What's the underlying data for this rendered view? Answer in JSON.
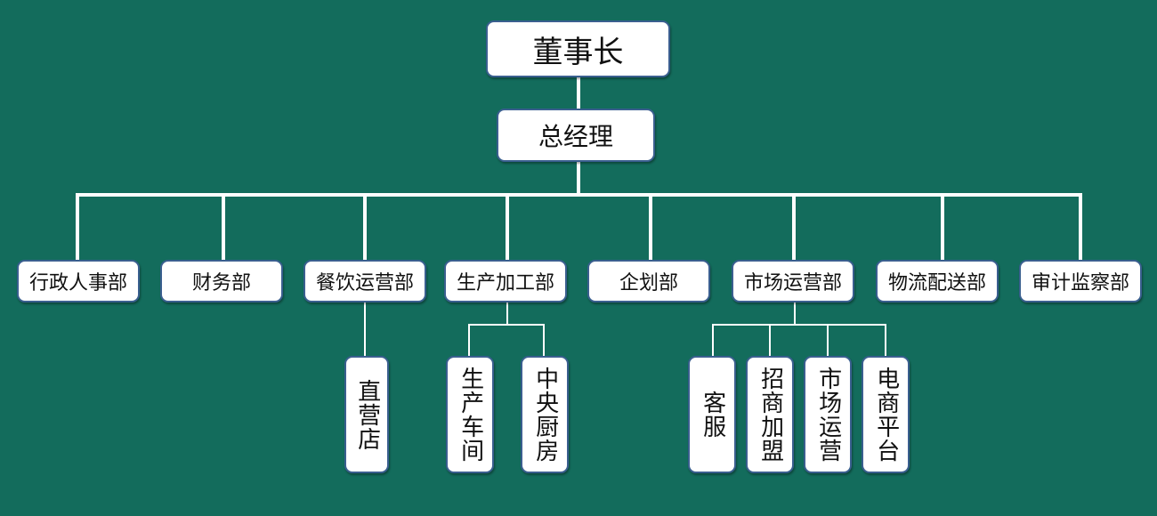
{
  "chairman": "董事长",
  "general_manager": "总经理",
  "departments": [
    {
      "id": "admin-hr",
      "label": "行政人事部",
      "children": []
    },
    {
      "id": "finance",
      "label": "财务部",
      "children": []
    },
    {
      "id": "catering-ops",
      "label": "餐饮运营部",
      "children": [
        "直营店"
      ]
    },
    {
      "id": "production",
      "label": "生产加工部",
      "children": [
        "生产车间",
        "中央厨房"
      ]
    },
    {
      "id": "planning",
      "label": "企划部",
      "children": []
    },
    {
      "id": "marketing-ops",
      "label": "市场运营部",
      "children": [
        "客服",
        "招商加盟",
        "市场运营",
        "电商平台"
      ]
    },
    {
      "id": "logistics",
      "label": "物流配送部",
      "children": []
    },
    {
      "id": "audit",
      "label": "审计监察部",
      "children": []
    }
  ],
  "colors": {
    "background": "#136c5c",
    "box_fill": "#ffffff",
    "box_border": "#3a5f8f",
    "connector": "#ffffff",
    "text": "#111111"
  }
}
